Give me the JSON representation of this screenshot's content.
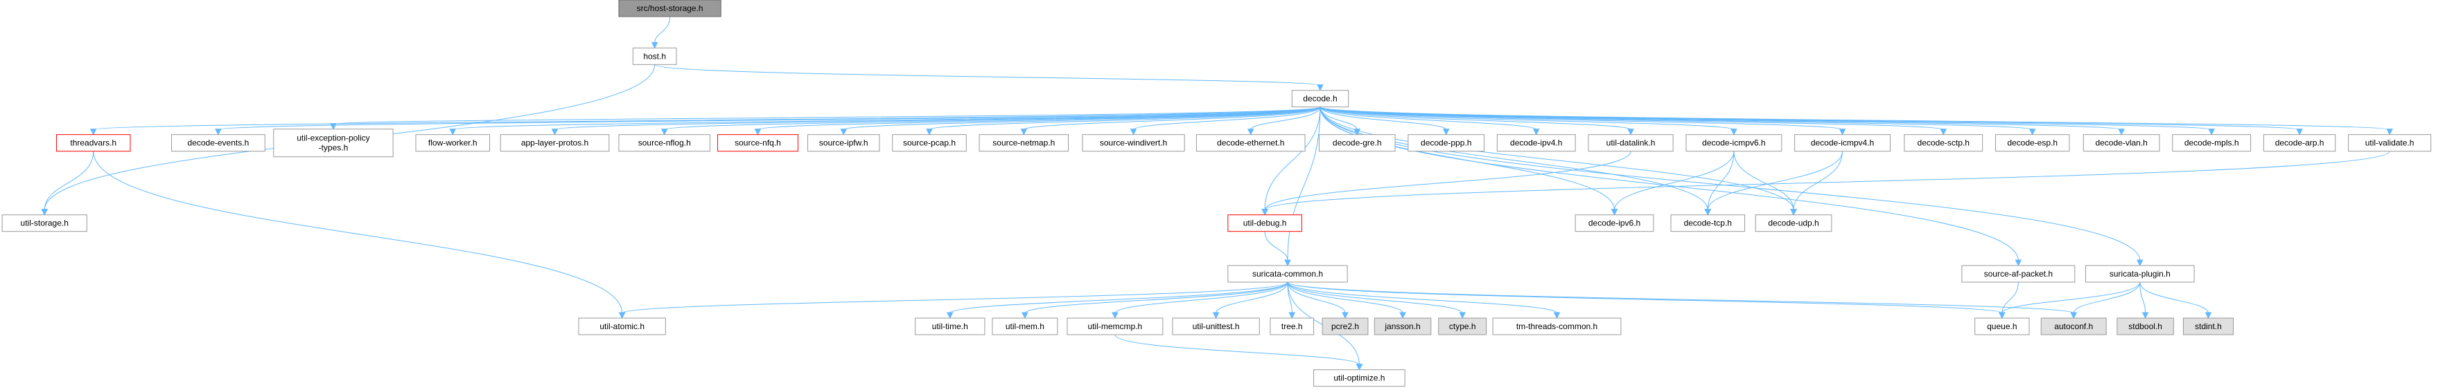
{
  "graph": {
    "nodes": [
      {
        "id": "root",
        "label": "src/host-storage.h",
        "kind": "root"
      },
      {
        "id": "host",
        "label": "host.h",
        "kind": "normal"
      },
      {
        "id": "decode",
        "label": "decode.h",
        "kind": "normal"
      },
      {
        "id": "threadvars",
        "label": "threadvars.h",
        "kind": "truncated"
      },
      {
        "id": "decode_events",
        "label": "decode-events.h",
        "kind": "normal"
      },
      {
        "id": "util_exception_policy_types",
        "label": "util-exception-policy\n-types.h",
        "kind": "normal"
      },
      {
        "id": "flow_worker",
        "label": "flow-worker.h",
        "kind": "normal"
      },
      {
        "id": "app_layer_protos",
        "label": "app-layer-protos.h",
        "kind": "normal"
      },
      {
        "id": "source_nflog",
        "label": "source-nflog.h",
        "kind": "normal"
      },
      {
        "id": "source_nfq",
        "label": "source-nfq.h",
        "kind": "truncated"
      },
      {
        "id": "source_ipfw",
        "label": "source-ipfw.h",
        "kind": "normal"
      },
      {
        "id": "source_pcap",
        "label": "source-pcap.h",
        "kind": "normal"
      },
      {
        "id": "source_netmap",
        "label": "source-netmap.h",
        "kind": "normal"
      },
      {
        "id": "source_windivert",
        "label": "source-windivert.h",
        "kind": "normal"
      },
      {
        "id": "decode_ethernet",
        "label": "decode-ethernet.h",
        "kind": "normal"
      },
      {
        "id": "decode_gre",
        "label": "decode-gre.h",
        "kind": "normal"
      },
      {
        "id": "decode_ppp",
        "label": "decode-ppp.h",
        "kind": "normal"
      },
      {
        "id": "decode_ipv4",
        "label": "decode-ipv4.h",
        "kind": "normal"
      },
      {
        "id": "util_datalink",
        "label": "util-datalink.h",
        "kind": "normal"
      },
      {
        "id": "decode_icmpv6",
        "label": "decode-icmpv6.h",
        "kind": "normal"
      },
      {
        "id": "decode_icmpv4",
        "label": "decode-icmpv4.h",
        "kind": "normal"
      },
      {
        "id": "decode_sctp",
        "label": "decode-sctp.h",
        "kind": "normal"
      },
      {
        "id": "decode_esp",
        "label": "decode-esp.h",
        "kind": "normal"
      },
      {
        "id": "decode_vlan",
        "label": "decode-vlan.h",
        "kind": "normal"
      },
      {
        "id": "decode_mpls",
        "label": "decode-mpls.h",
        "kind": "normal"
      },
      {
        "id": "decode_arp",
        "label": "decode-arp.h",
        "kind": "normal"
      },
      {
        "id": "util_validate",
        "label": "util-validate.h",
        "kind": "normal"
      },
      {
        "id": "util_storage",
        "label": "util-storage.h",
        "kind": "normal"
      },
      {
        "id": "util_debug",
        "label": "util-debug.h",
        "kind": "truncated"
      },
      {
        "id": "decode_ipv6",
        "label": "decode-ipv6.h",
        "kind": "normal"
      },
      {
        "id": "decode_tcp",
        "label": "decode-tcp.h",
        "kind": "normal"
      },
      {
        "id": "decode_udp",
        "label": "decode-udp.h",
        "kind": "normal"
      },
      {
        "id": "source_af_packet",
        "label": "source-af-packet.h",
        "kind": "normal"
      },
      {
        "id": "suricata_plugin",
        "label": "suricata-plugin.h",
        "kind": "normal"
      },
      {
        "id": "suricata_common",
        "label": "suricata-common.h",
        "kind": "normal"
      },
      {
        "id": "util_atomic",
        "label": "util-atomic.h",
        "kind": "normal"
      },
      {
        "id": "util_time",
        "label": "util-time.h",
        "kind": "normal"
      },
      {
        "id": "util_mem",
        "label": "util-mem.h",
        "kind": "normal"
      },
      {
        "id": "util_memcmp",
        "label": "util-memcmp.h",
        "kind": "normal"
      },
      {
        "id": "util_unittest",
        "label": "util-unittest.h",
        "kind": "normal"
      },
      {
        "id": "tree",
        "label": "tree.h",
        "kind": "normal"
      },
      {
        "id": "pcre2",
        "label": "pcre2.h",
        "kind": "system"
      },
      {
        "id": "jansson",
        "label": "jansson.h",
        "kind": "system"
      },
      {
        "id": "ctype",
        "label": "ctype.h",
        "kind": "system"
      },
      {
        "id": "tm_threads_common",
        "label": "tm-threads-common.h",
        "kind": "normal"
      },
      {
        "id": "queue",
        "label": "queue.h",
        "kind": "normal"
      },
      {
        "id": "autoconf",
        "label": "autoconf.h",
        "kind": "system"
      },
      {
        "id": "stdbool",
        "label": "stdbool.h",
        "kind": "system"
      },
      {
        "id": "stdint",
        "label": "stdint.h",
        "kind": "system"
      },
      {
        "id": "util_optimize",
        "label": "util-optimize.h",
        "kind": "normal"
      }
    ],
    "edges": [
      [
        "root",
        "host"
      ],
      [
        "host",
        "decode"
      ],
      [
        "host",
        "util_storage"
      ],
      [
        "decode",
        "threadvars"
      ],
      [
        "decode",
        "decode_events"
      ],
      [
        "decode",
        "util_exception_policy_types"
      ],
      [
        "decode",
        "flow_worker"
      ],
      [
        "decode",
        "app_layer_protos"
      ],
      [
        "decode",
        "source_nflog"
      ],
      [
        "decode",
        "source_nfq"
      ],
      [
        "decode",
        "source_ipfw"
      ],
      [
        "decode",
        "source_pcap"
      ],
      [
        "decode",
        "source_netmap"
      ],
      [
        "decode",
        "source_windivert"
      ],
      [
        "decode",
        "decode_ethernet"
      ],
      [
        "decode",
        "decode_gre"
      ],
      [
        "decode",
        "decode_ppp"
      ],
      [
        "decode",
        "decode_ipv4"
      ],
      [
        "decode",
        "util_datalink"
      ],
      [
        "decode",
        "decode_icmpv6"
      ],
      [
        "decode",
        "decode_icmpv4"
      ],
      [
        "decode",
        "decode_sctp"
      ],
      [
        "decode",
        "decode_esp"
      ],
      [
        "decode",
        "decode_vlan"
      ],
      [
        "decode",
        "decode_mpls"
      ],
      [
        "decode",
        "decode_arp"
      ],
      [
        "decode",
        "util_validate"
      ],
      [
        "decode",
        "util_debug"
      ],
      [
        "decode",
        "suricata_common"
      ],
      [
        "decode",
        "decode_ipv6"
      ],
      [
        "decode",
        "decode_tcp"
      ],
      [
        "decode",
        "decode_udp"
      ],
      [
        "decode",
        "source_af_packet"
      ],
      [
        "decode",
        "suricata_plugin"
      ],
      [
        "threadvars",
        "util_storage"
      ],
      [
        "threadvars",
        "util_atomic"
      ],
      [
        "util_datalink",
        "util_debug"
      ],
      [
        "util_validate",
        "util_debug"
      ],
      [
        "decode_icmpv6",
        "decode_ipv6"
      ],
      [
        "decode_icmpv6",
        "decode_tcp"
      ],
      [
        "decode_icmpv6",
        "decode_udp"
      ],
      [
        "decode_icmpv4",
        "decode_tcp"
      ],
      [
        "decode_icmpv4",
        "decode_udp"
      ],
      [
        "util_debug",
        "suricata_common"
      ],
      [
        "suricata_common",
        "util_atomic"
      ],
      [
        "suricata_common",
        "util_time"
      ],
      [
        "suricata_common",
        "util_mem"
      ],
      [
        "suricata_common",
        "util_memcmp"
      ],
      [
        "suricata_common",
        "util_unittest"
      ],
      [
        "suricata_common",
        "tree"
      ],
      [
        "suricata_common",
        "pcre2"
      ],
      [
        "suricata_common",
        "jansson"
      ],
      [
        "suricata_common",
        "ctype"
      ],
      [
        "suricata_common",
        "tm_threads_common"
      ],
      [
        "suricata_common",
        "queue"
      ],
      [
        "suricata_common",
        "autoconf"
      ],
      [
        "suricata_common",
        "util_optimize"
      ],
      [
        "util_memcmp",
        "util_optimize"
      ],
      [
        "source_af_packet",
        "queue"
      ],
      [
        "suricata_plugin",
        "queue"
      ],
      [
        "suricata_plugin",
        "autoconf"
      ],
      [
        "suricata_plugin",
        "stdbool"
      ],
      [
        "suricata_plugin",
        "stdint"
      ]
    ]
  }
}
